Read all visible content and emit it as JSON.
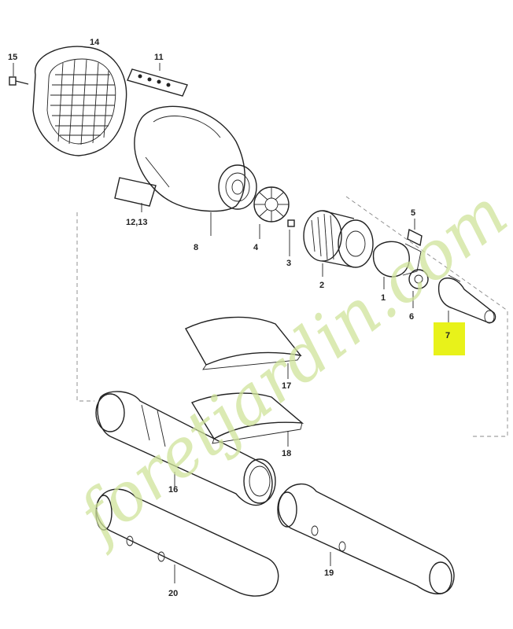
{
  "diagram": {
    "parts": {
      "p1": "1",
      "p2": "2",
      "p3": "3",
      "p4": "4",
      "p5": "5",
      "p6": "6",
      "p7": "7",
      "p8": "8",
      "p11": "11",
      "p12_13": "12,13",
      "p14": "14",
      "p15": "15",
      "p16": "16",
      "p17": "17",
      "p18": "18",
      "p19": "19",
      "p20": "20"
    },
    "highlighted_part": "7",
    "highlight_color": "#e8f21a"
  },
  "watermark": {
    "text": "foretjardin.com",
    "colors": {
      "primary": "#cfe39a",
      "secondary": "#c9bfa3"
    }
  }
}
